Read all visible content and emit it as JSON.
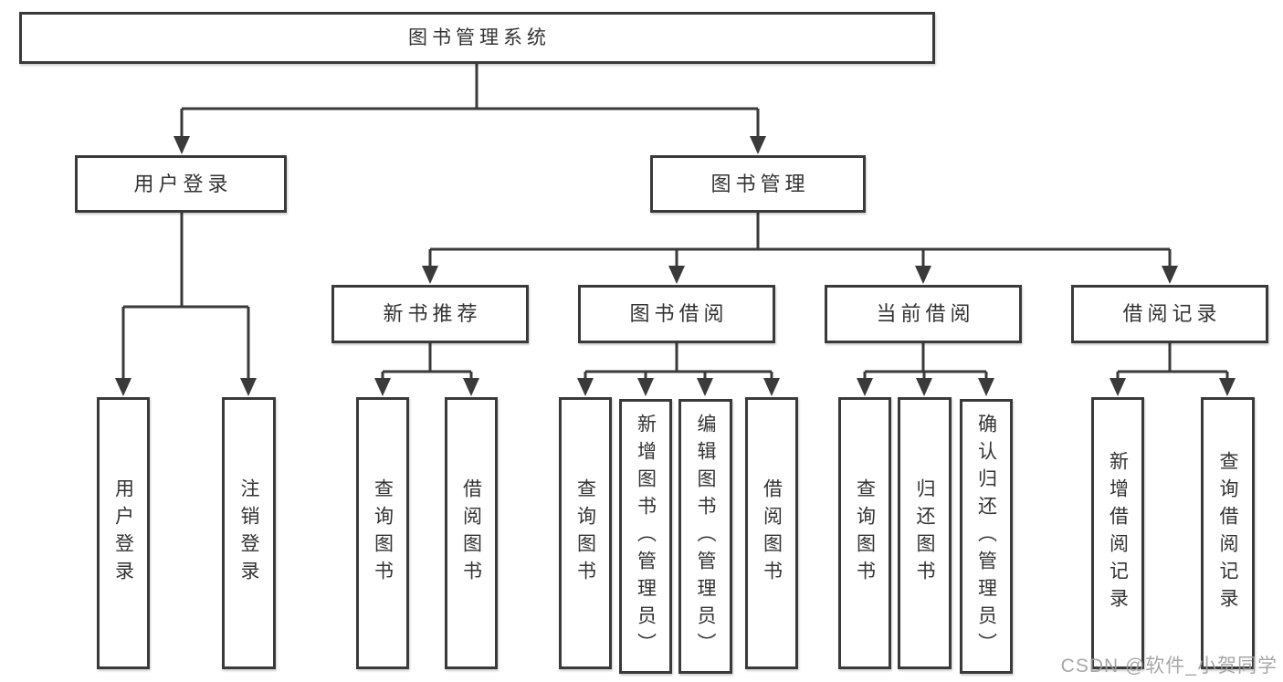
{
  "diagram": {
    "nodes": {
      "root": "图书管理系统",
      "user_login": "用户登录",
      "book_management": "图书管理",
      "new_book_recommend": "新书推荐",
      "book_borrow": "图书借阅",
      "current_borrow": "当前借阅",
      "borrow_records": "借阅记录"
    },
    "leaves": {
      "user_login": [
        "用户登录",
        "注销登录"
      ],
      "new_book_recommend": [
        "查询图书",
        "借阅图书"
      ],
      "book_borrow": [
        "查询图书",
        "新增图书（管理员）",
        "编辑图书（管理员）",
        "借阅图书"
      ],
      "current_borrow": [
        "查询图书",
        "归还图书",
        "确认归还（管理员）"
      ],
      "borrow_records": [
        "新增借阅记录",
        "查询借阅记录"
      ]
    },
    "hierarchy_note": "root > [user_login, book_management]; book_management > [new_book_recommend, book_borrow, current_borrow, borrow_records]"
  },
  "watermark": "CSDN @软件_小贺同学",
  "colors": {
    "line": "#3a3a3a",
    "box_border": "#3a3a3a",
    "text": "#333333",
    "watermark": "#9e9e9e",
    "background": "#ffffff"
  }
}
